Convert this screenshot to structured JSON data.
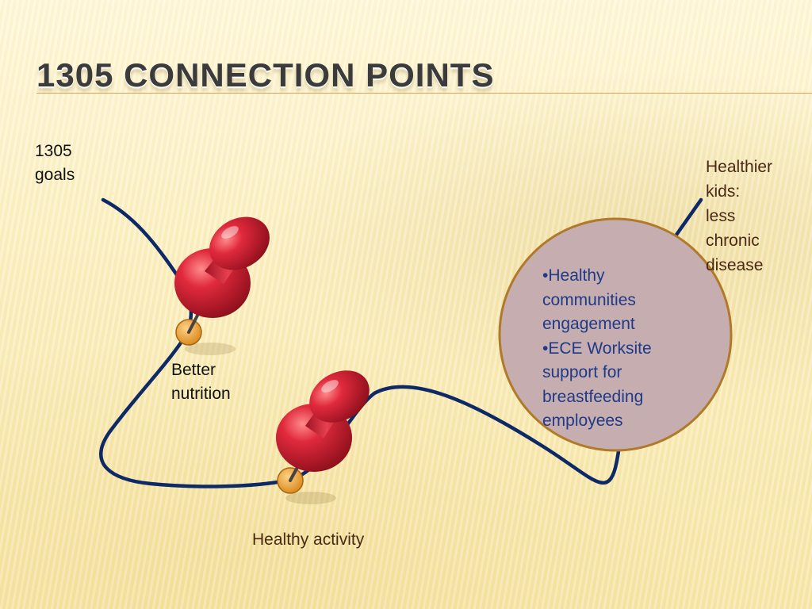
{
  "slide": {
    "title": "1305 CONNECTION POINTS"
  },
  "labels": {
    "start_line1": "1305",
    "start_line2": "goals",
    "end_line1": "Healthier",
    "end_line2": "kids:",
    "end_line3": "less",
    "end_line4": "chronic",
    "end_line5": "disease",
    "nutrition_line1": "Better",
    "nutrition_line2": "nutrition",
    "activity": "Healthy activity"
  },
  "circle": {
    "lines": [
      "•Healthy",
      "communities",
      "engagement",
      "•ECE Worksite",
      "support for",
      "breastfeeding",
      "employees"
    ]
  },
  "colors": {
    "path": "#0e2a66",
    "pin": "#d11a2c",
    "pin_base": "#f0a12e",
    "circle_fill": "#c6aeb0",
    "circle_stroke": "#b07a2a",
    "circle_text": "#1f3a86",
    "title": "#3b3b3b"
  },
  "icons": [
    "push-pin-icon",
    "push-pin-icon"
  ]
}
